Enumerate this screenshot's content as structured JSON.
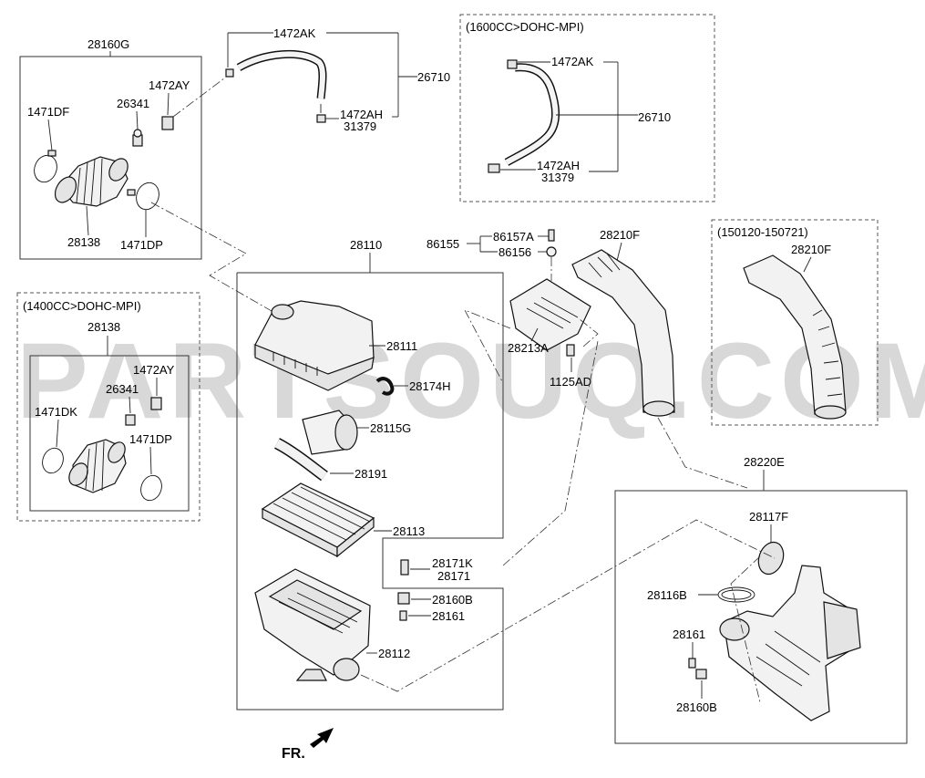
{
  "watermark": "PARTSOUQ.COM",
  "groups": {
    "top_left_box": "28160G",
    "inset_1400": "(1400CC>DOHC-MPI)",
    "inset_1400_sub": "28138",
    "inset_1600": "(1600CC>DOHC-MPI)",
    "inset_150120": "(150120-150721)",
    "main_box": "28110",
    "right_box": "28220E"
  },
  "labels": {
    "p_1472AK_top": "1472AK",
    "p_26710_top": "26710",
    "p_1472AH_top": "1472AH",
    "p_31379_top": "31379",
    "p_1472AK_inset": "1472AK",
    "p_26710_inset": "26710",
    "p_1472AH_inset": "1472AH",
    "p_31379_inset": "31379",
    "p_1472AY_a": "1472AY",
    "p_26341_a": "26341",
    "p_1471DF": "1471DF",
    "p_28138_a": "28138",
    "p_1471DP_a": "1471DP",
    "p_1472AY_b": "1472AY",
    "p_26341_b": "26341",
    "p_1471DK": "1471DK",
    "p_1471DP_b": "1471DP",
    "p_86155": "86155",
    "p_86157A": "86157A",
    "p_86156": "86156",
    "p_28210F_a": "28210F",
    "p_28210F_b": "28210F",
    "p_28213A": "28213A",
    "p_1125AD": "1125AD",
    "p_28111": "28111",
    "p_28174H": "28174H",
    "p_28115G": "28115G",
    "p_28191": "28191",
    "p_28113": "28113",
    "p_28171K": "28171K",
    "p_28171": "28171",
    "p_28160B_a": "28160B",
    "p_28161_a": "28161",
    "p_28112": "28112",
    "p_28117F": "28117F",
    "p_28116B": "28116B",
    "p_28161_b": "28161",
    "p_28160B_b": "28160B",
    "fr": "FR."
  }
}
